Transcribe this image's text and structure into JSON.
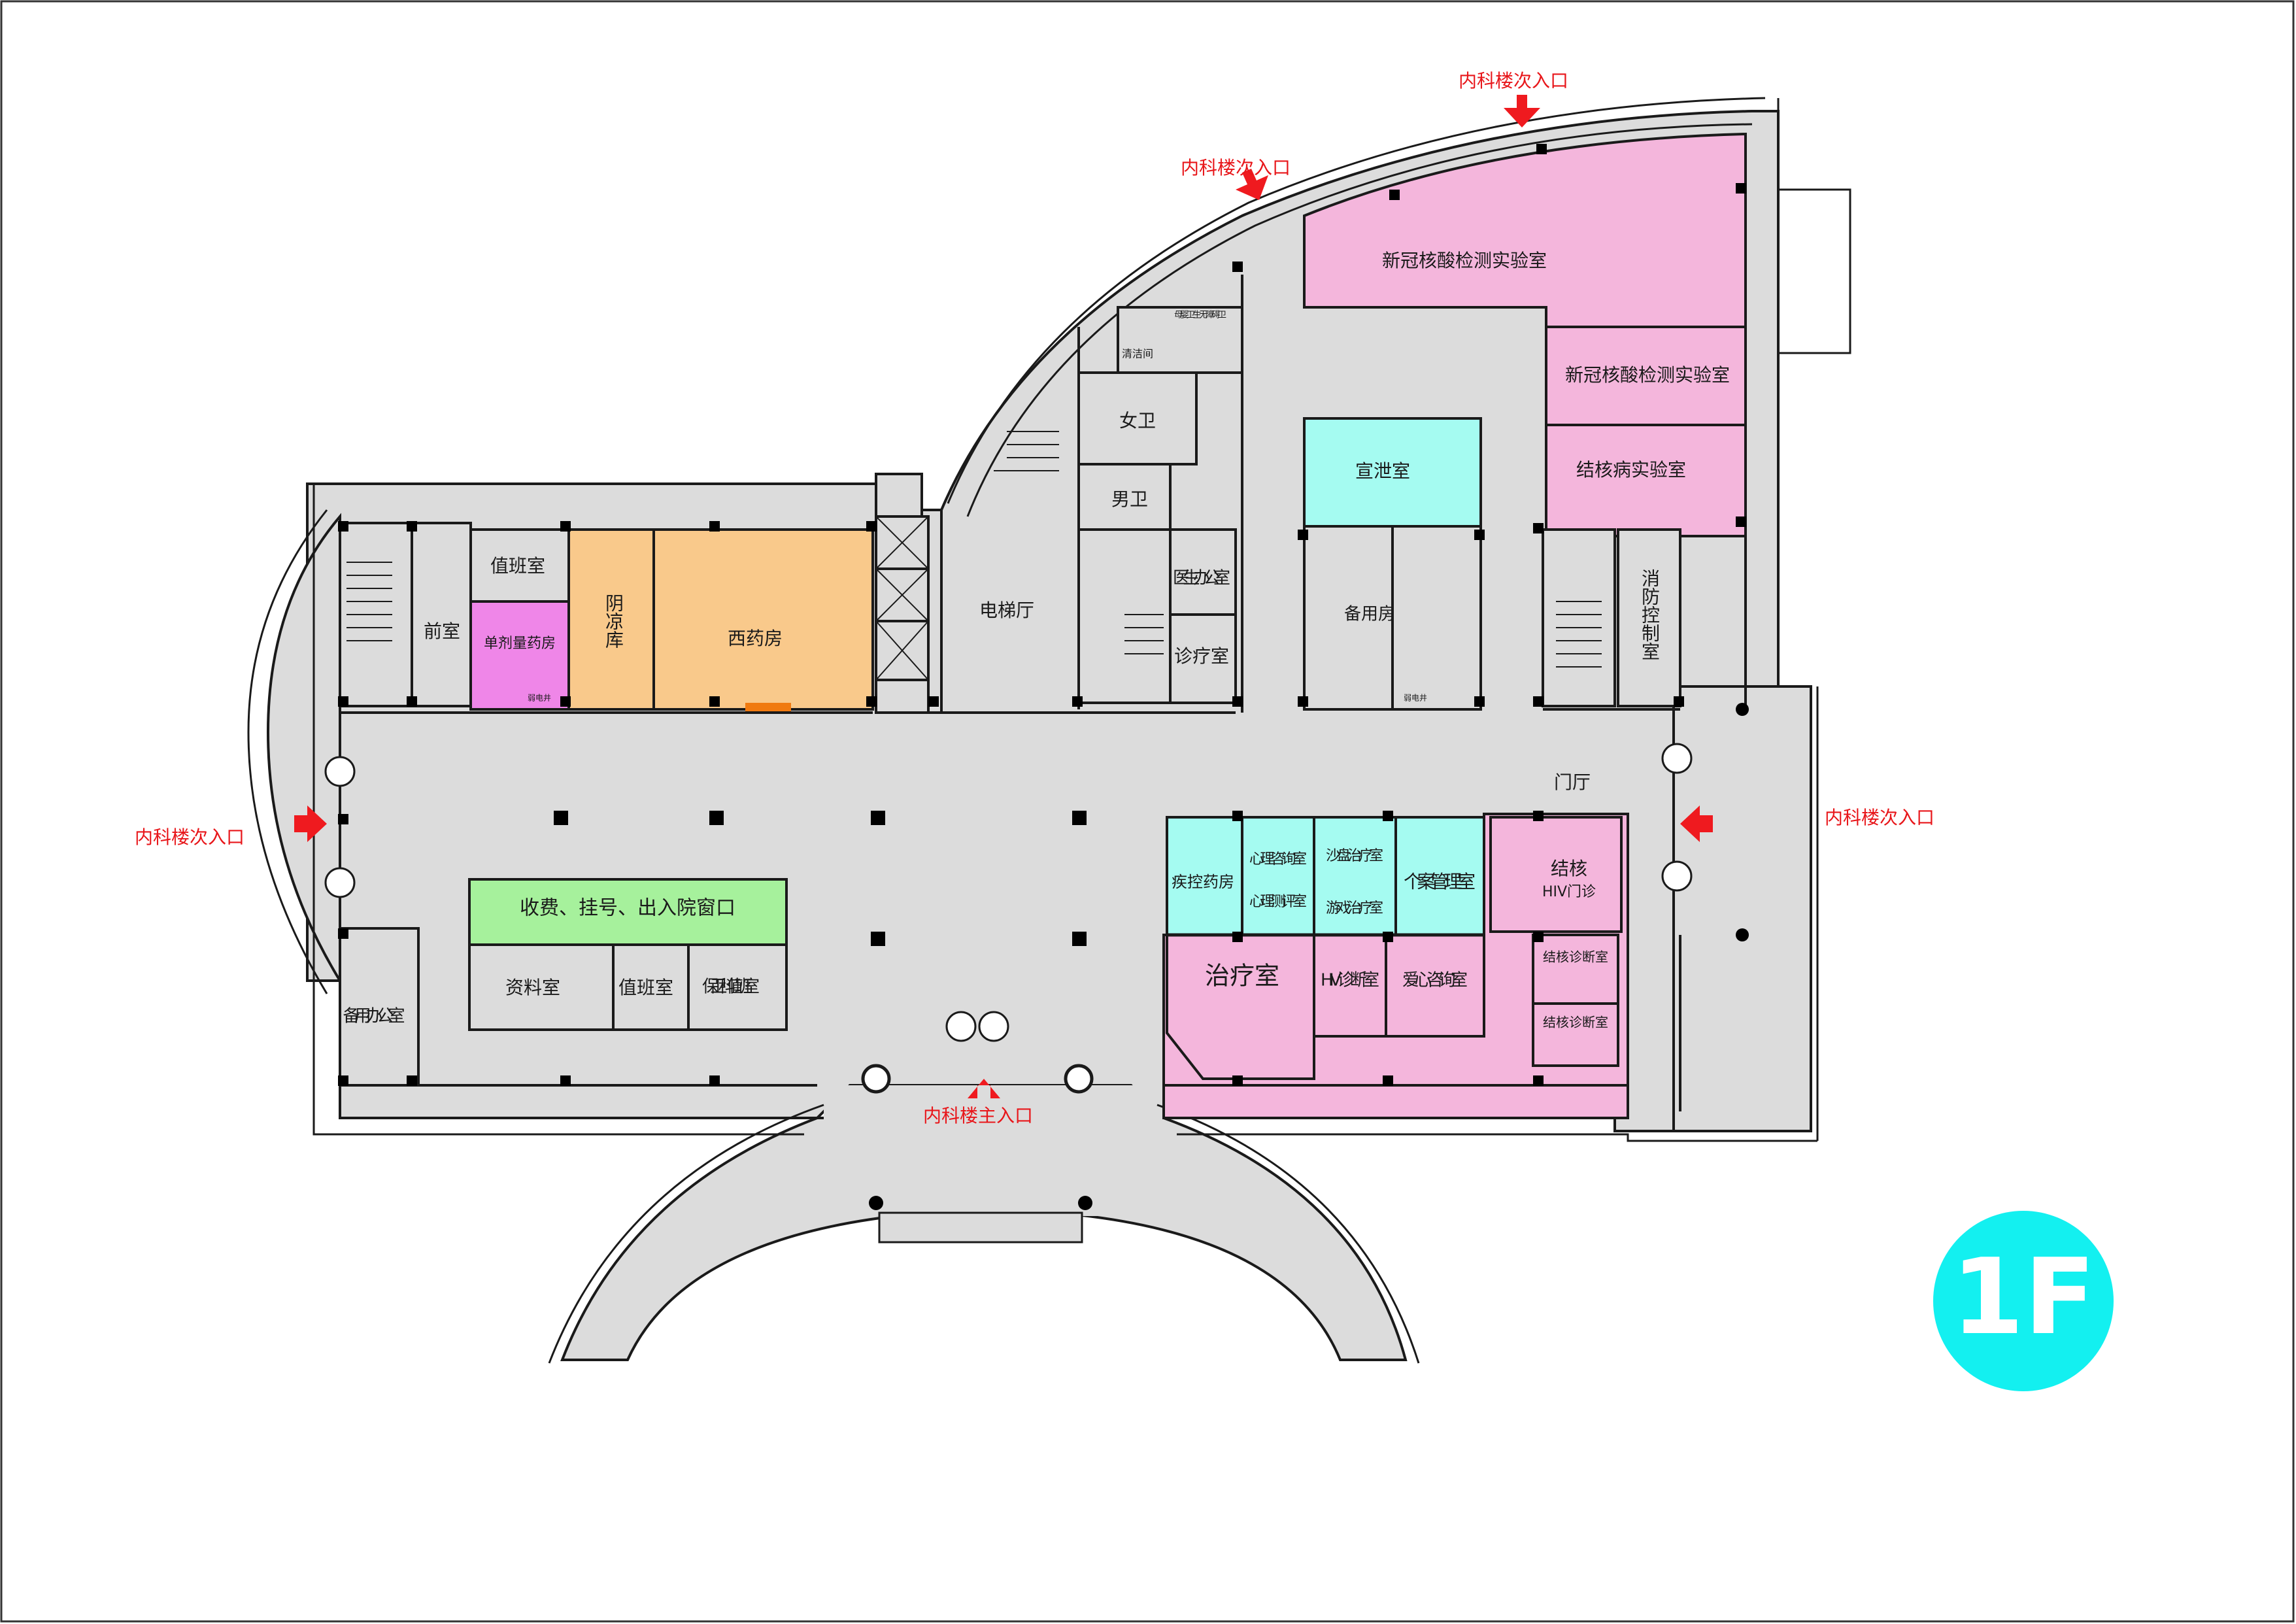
{
  "floor_badge": "1F",
  "colors": {
    "floor": "#dcdcdc",
    "wall": "#1a1a1a",
    "pink": "#f4b6dc",
    "magenta": "#ef86e8",
    "orange": "#f9c98b",
    "cyan": "#a5fbf1",
    "green": "#a6f19c",
    "arrow": "#ef1a1f",
    "badge": "#13f0f0"
  },
  "entrances": {
    "top_right": "内科楼次入口",
    "top_middle": "内科楼次入口",
    "left": "内科楼次入口",
    "right": "内科楼次入口",
    "main": "内科楼主入口"
  },
  "rooms": {
    "covid_lab_1": "新冠核酸检测实验室",
    "covid_lab_2": "新冠核酸检测实验室",
    "tb_lab": "结核病实验室",
    "vent_room": "宣泄室",
    "spare_room": "备用房",
    "fire_control": "消防控制室",
    "women_wc": "女卫",
    "men_wc": "男卫",
    "elevator_hall": "电梯厅",
    "doctor_office": "医生办公室",
    "consult_room_1": "诊疗室",
    "duty_room_top": "值班室",
    "anteroom": "前室",
    "single_dose_pharmacy": "单剂量药房",
    "cool_storage": "阴凉库",
    "western_pharmacy": "西药房",
    "lobby": "门厅",
    "cashier": "收费、挂号、出入院窗口",
    "archive": "资料室",
    "duty_room_bottom": "值班室",
    "security_duty": "保卫科值班室",
    "spare_office": "备用办公室",
    "cdc_pharmacy": "疾控药房",
    "psych_consult": "心理咨询室",
    "psych_assess": "心理测评室",
    "sandplay": "沙盘治疗室",
    "play_therapy": "游戏治疗室",
    "case_management": "个案管理室",
    "tb_hiv_clinic": "结核",
    "tb_hiv_clinic_sub": "HIV门诊",
    "treatment": "治疗室",
    "hiv_diagnosis": "HIV诊断室",
    "care_consult": "爱心咨询室",
    "tb_diag_2": "结核诊断室",
    "tb_diag_1": "结核诊断室",
    "cleaning": "清洁间",
    "accessible_wc": "母婴卫生无障碍卫",
    "weak_current_1": "弱电井",
    "weak_current_2": "弱电井"
  }
}
